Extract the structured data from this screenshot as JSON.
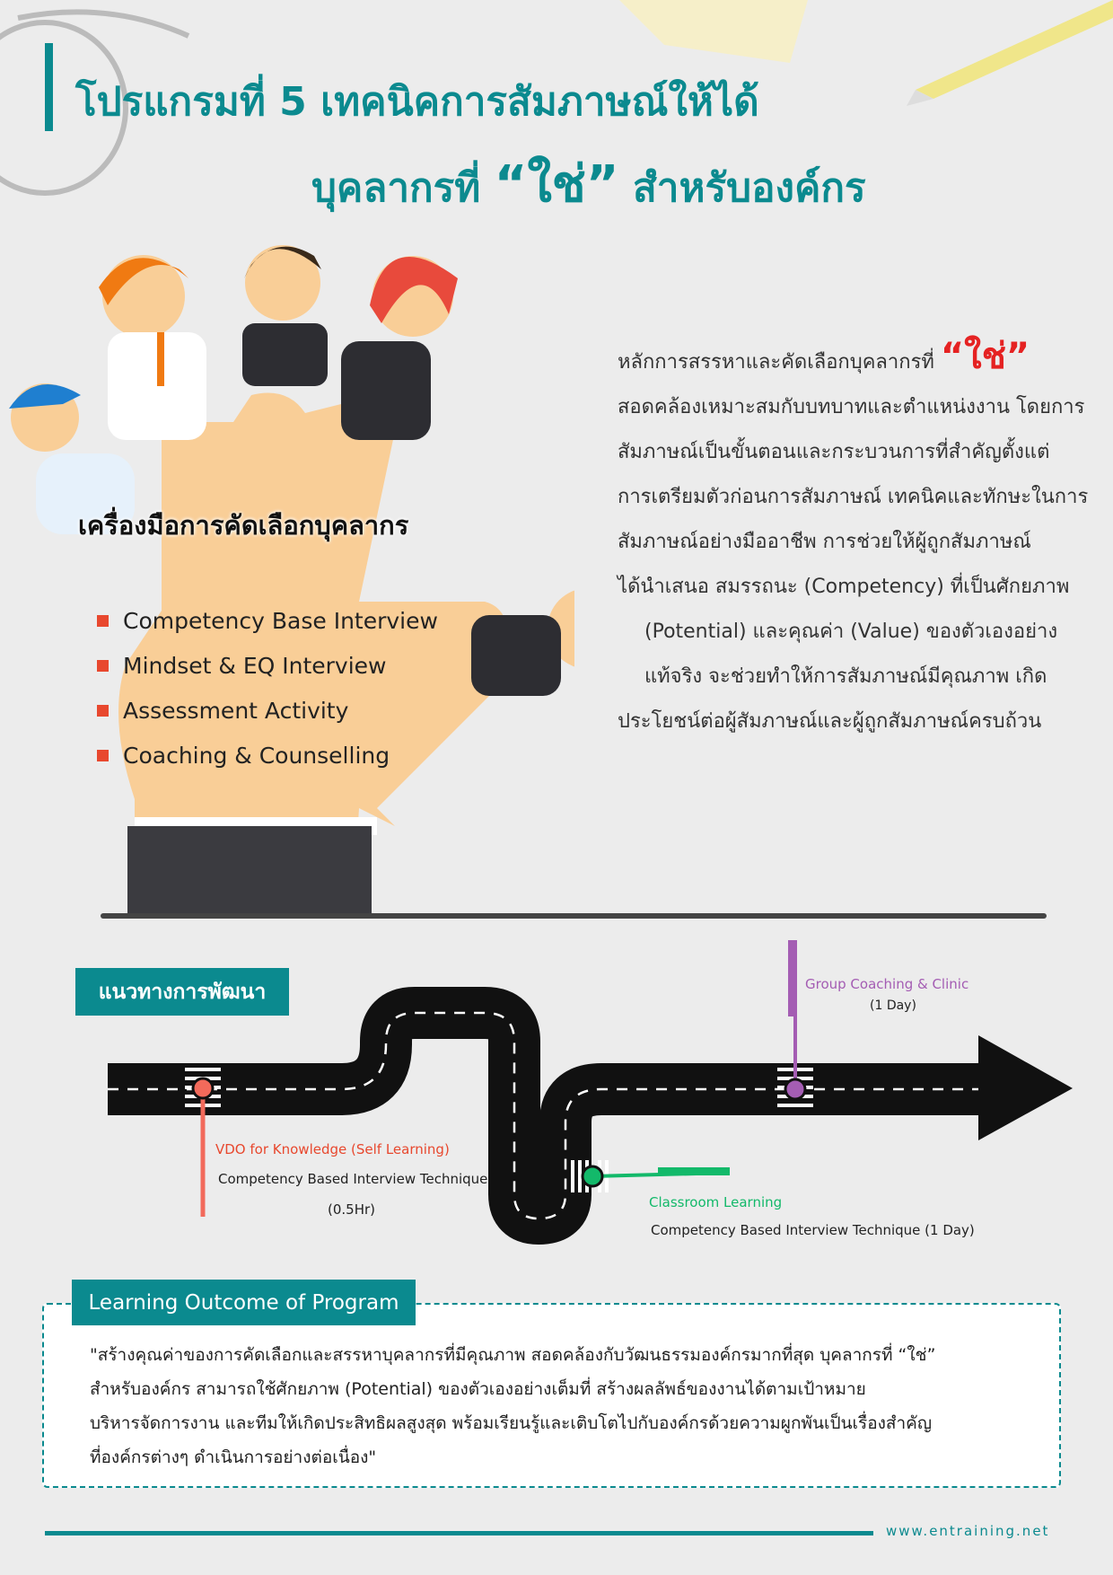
{
  "title": {
    "line1": "โปรแกรมที่ 5 เทคนิคการสัมภาษณ์ให้ได้",
    "line2_prefix": "บุคลากรที่",
    "line2_quote": "“ใช่”",
    "line2_suffix": "สำหรับองค์กร"
  },
  "intro": {
    "lead": "หลักการสรรหาและคัดเลือกบุคลากรที่",
    "highlight": "“ใช่”",
    "lines": [
      "สอดคล้องเหมาะสมกับบทบาทและตำแหน่งงาน โดยการ",
      "สัมภาษณ์เป็นขั้นตอนและกระบวนการที่สำคัญตั้งแต่",
      "การเตรียมตัวก่อนการสัมภาษณ์ เทคนิคและทักษะในการ",
      "สัมภาษณ์อย่างมืออาชีพ การช่วยให้ผู้ถูกสัมภาษณ์",
      "ได้นำเสนอ สมรรถนะ (Competency) ที่เป็นศักยภาพ",
      "(Potential) และคุณค่า (Value) ของตัวเองอย่าง",
      "แท้จริง จะช่วยทำให้การสัมภาษณ์มีคุณภาพ เกิด",
      "ประโยชน์ต่อผู้สัมภาษณ์และผู้ถูกสัมภาษณ์ครบถ้วน"
    ]
  },
  "tools": {
    "heading": "เครื่องมือการคัดเลือกบุคลากร",
    "items": [
      "Competency Base Interview",
      "Mindset & EQ Interview",
      "Assessment Activity",
      "Coaching & Counselling"
    ]
  },
  "roadmap": {
    "label": "แนวทางการพัฒนา",
    "steps": [
      {
        "title": "VDO for Knowledge (Self Learning)",
        "detail": "Competency Based Interview Technique",
        "duration": "(0.5Hr)",
        "color": "#f26a5b"
      },
      {
        "title": "Classroom Learning",
        "detail": "Competency Based Interview Technique (1 Day)",
        "color": "#13b96a"
      },
      {
        "title": "Group Coaching & Clinic",
        "duration": "(1 Day)",
        "color": "#a45db3"
      }
    ]
  },
  "outcome": {
    "heading": "Learning Outcome of Program",
    "lines": [
      "\"สร้างคุณค่าของการคัดเลือกและสรรหาบุคลากรที่มีคุณภาพ สอดคล้องกับวัฒนธรรมองค์กรมากที่สุด บุคลากรที่ “ใช่”",
      "สำหรับองค์กร สามารถใช้ศักยภาพ (Potential) ของตัวเองอย่างเต็มที่ สร้างผลลัพธ์ของงานได้ตามเป้าหมาย",
      "บริหารจัดการงาน และทีมให้เกิดประสิทธิผลสูงสุด พร้อมเรียนรู้และเติบโตไปกับองค์กรด้วยความผูกพันเป็นเรื่องสำคัญ",
      "ที่องค์กรต่างๆ ดำเนินการอย่างต่อเนื่อง\""
    ]
  },
  "footer": {
    "website": "www.entraining.net"
  },
  "colors": {
    "teal": "#0b8a8f",
    "red": "#e52222",
    "bullet": "#e8482e"
  }
}
